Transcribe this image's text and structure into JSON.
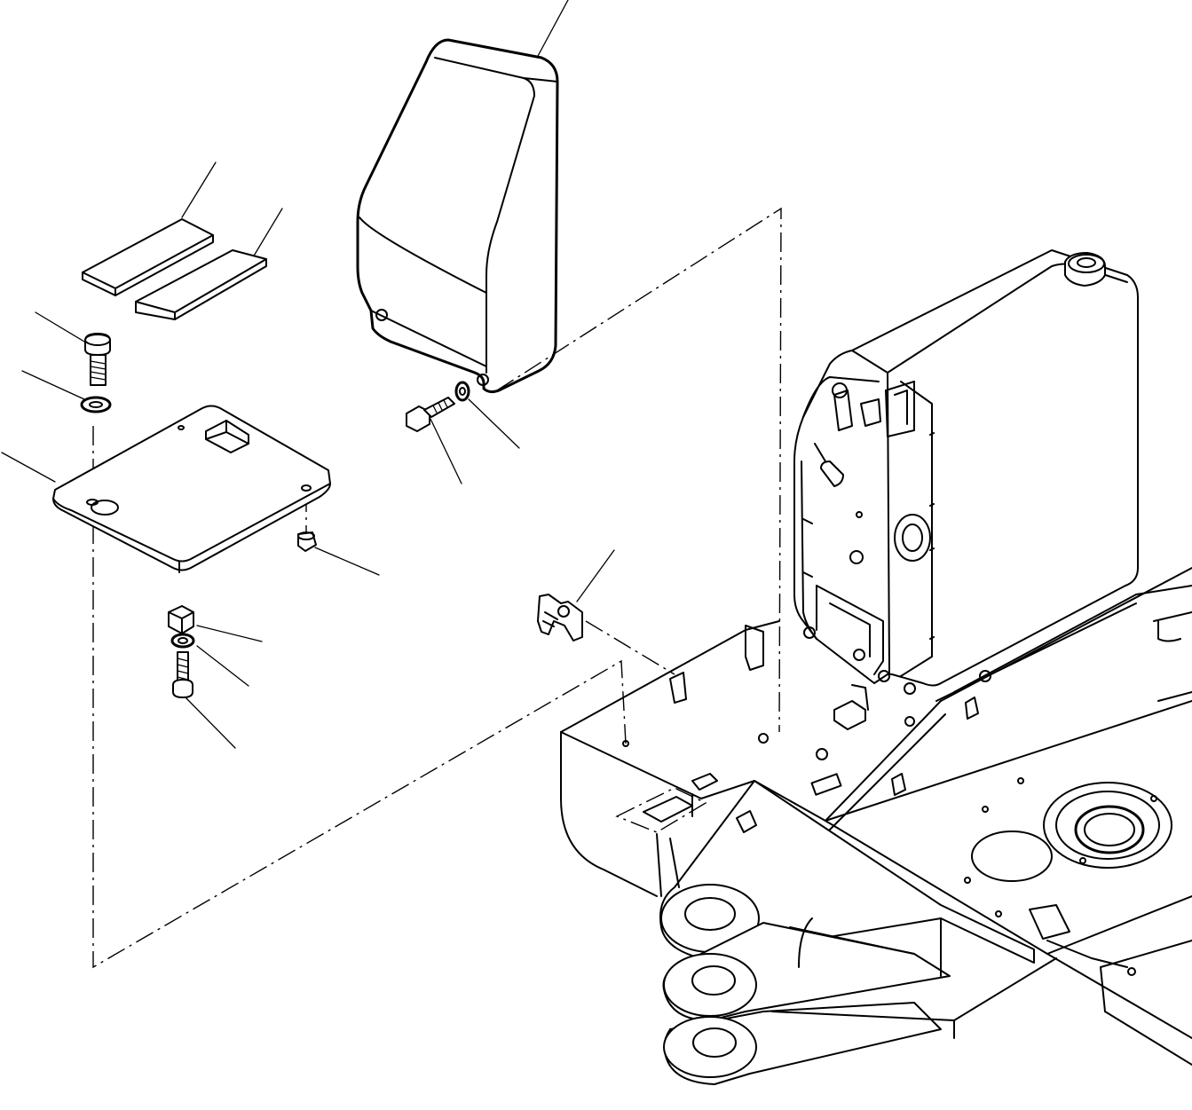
{
  "colors": {
    "background": "#ffffff",
    "line": "#000000"
  },
  "diagram": {
    "type": "exploded-parts-drawing",
    "parts": [
      {
        "name": "seat-cushion-back",
        "icon": "backrest-cushion"
      },
      {
        "name": "pad-left",
        "icon": "flat-pad"
      },
      {
        "name": "pad-right",
        "icon": "flat-pad"
      },
      {
        "name": "bolt-top",
        "icon": "hex-bolt"
      },
      {
        "name": "washer-top",
        "icon": "washer"
      },
      {
        "name": "cover-plate",
        "icon": "plate"
      },
      {
        "name": "bumper-stop",
        "icon": "rubber-stop"
      },
      {
        "name": "clip-nut",
        "icon": "clip"
      },
      {
        "name": "washer-bottom",
        "icon": "washer"
      },
      {
        "name": "screw-bottom",
        "icon": "screw"
      },
      {
        "name": "cushion-bolt",
        "icon": "hex-bolt"
      },
      {
        "name": "cushion-washer",
        "icon": "washer"
      },
      {
        "name": "latch-clip",
        "icon": "latch"
      },
      {
        "name": "fuel-tank",
        "icon": "tank"
      },
      {
        "name": "revolving-frame",
        "icon": "frame"
      }
    ]
  }
}
